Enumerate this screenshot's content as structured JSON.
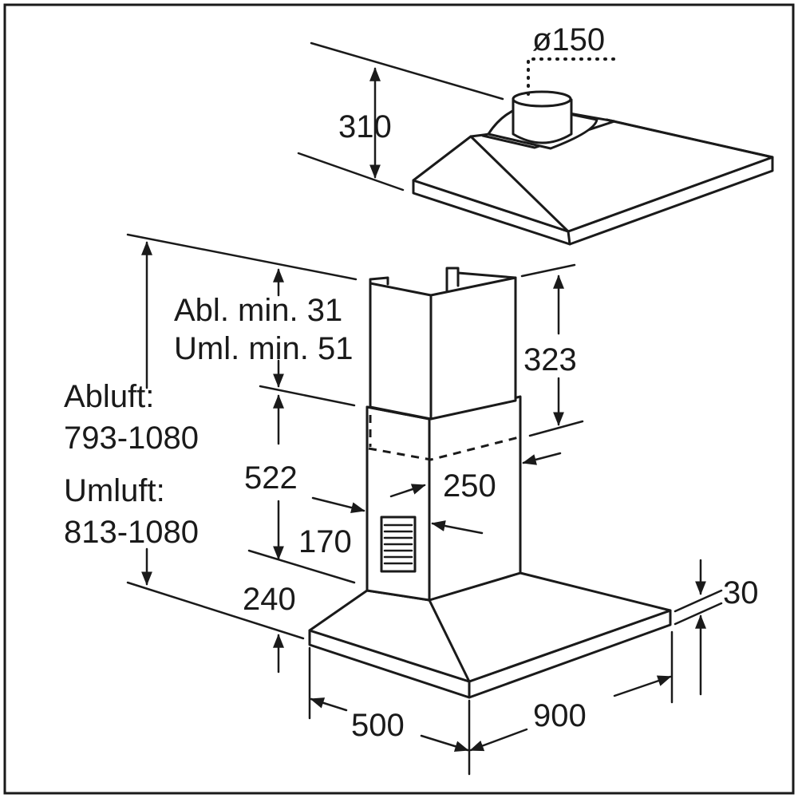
{
  "labels": {
    "duct_diameter": "ø150",
    "top_height": "310",
    "chimney_upper": "323",
    "abl_min": "Abl. min. 31",
    "uml_min": "Uml. min. 51",
    "abluft_title": "Abluft:",
    "abluft_range": "793-1080",
    "umluft_title": "Umluft:",
    "umluft_range": "813-1080",
    "chimney_lower": "522",
    "chimney_width": "250",
    "chimney_depth": "170",
    "canopy_height": "240",
    "edge_thickness": "30",
    "depth": "500",
    "width": "900"
  }
}
